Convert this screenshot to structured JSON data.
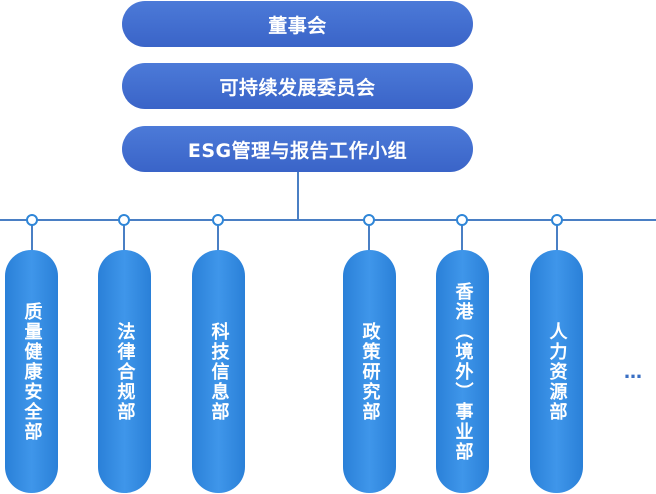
{
  "top_boxes": [
    "董事会",
    "可持续发展委员会",
    "ESG管理与报告工作小组"
  ],
  "departments": [
    "质量健康安全部",
    "法律合规部",
    "科技信息部",
    "政策研究部",
    "香港（境外）事业部",
    "人力资源部"
  ],
  "ellipsis": "…",
  "colors": {
    "top_box": "#3d68cb",
    "department": "#2f86d8",
    "connector": "#4a7fc4"
  }
}
